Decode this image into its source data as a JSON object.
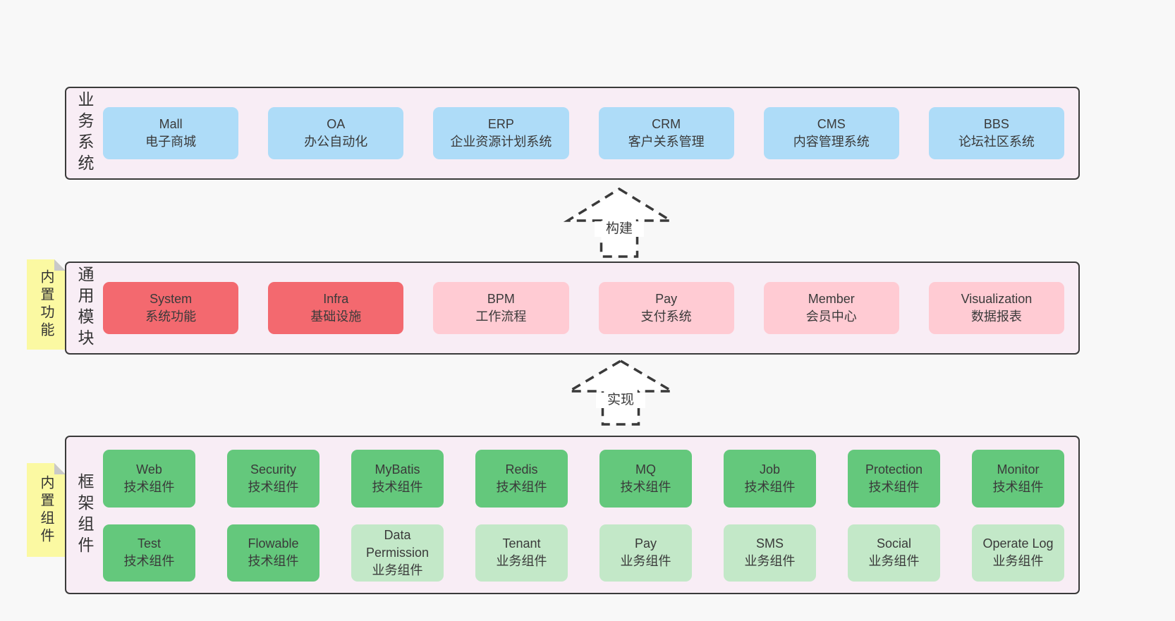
{
  "colors": {
    "page_bg": "#f8f8f8",
    "panel_bg": "#f8edf5",
    "panel_border": "#3a3a3a",
    "text": "#3a3a3a",
    "blue": "#aedcf8",
    "red": "#f3696f",
    "pink": "#ffcbd3",
    "green": "#64c87c",
    "lightgreen": "#c3e8c8",
    "sticky_yellow": "#fbf9a2",
    "sticky_fold": "#c9c9c9",
    "arrow_fill": "#ffffff"
  },
  "layers": {
    "business": {
      "label": "业务系统",
      "boxes": [
        {
          "en": "Mall",
          "zh": "电子商城"
        },
        {
          "en": "OA",
          "zh": "办公自动化"
        },
        {
          "en": "ERP",
          "zh": "企业资源计划系统"
        },
        {
          "en": "CRM",
          "zh": "客户关系管理"
        },
        {
          "en": "CMS",
          "zh": "内容管理系统"
        },
        {
          "en": "BBS",
          "zh": "论坛社区系统"
        }
      ]
    },
    "modules": {
      "label": "通用模块",
      "sticky": "内置功能",
      "boxes": [
        {
          "en": "System",
          "zh": "系统功能"
        },
        {
          "en": "Infra",
          "zh": "基础设施"
        },
        {
          "en": "BPM",
          "zh": "工作流程"
        },
        {
          "en": "Pay",
          "zh": "支付系统"
        },
        {
          "en": "Member",
          "zh": "会员中心"
        },
        {
          "en": "Visualization",
          "zh": "数据报表"
        }
      ]
    },
    "framework": {
      "label": "框架组件",
      "sticky": "内置组件",
      "row1": [
        {
          "en": "Web",
          "zh": "技术组件"
        },
        {
          "en": "Security",
          "zh": "技术组件"
        },
        {
          "en": "MyBatis",
          "zh": "技术组件"
        },
        {
          "en": "Redis",
          "zh": "技术组件"
        },
        {
          "en": "MQ",
          "zh": "技术组件"
        },
        {
          "en": "Job",
          "zh": "技术组件"
        },
        {
          "en": "Protection",
          "zh": "技术组件"
        },
        {
          "en": "Monitor",
          "zh": "技术组件"
        }
      ],
      "row2": [
        {
          "en": "Test",
          "zh": "技术组件"
        },
        {
          "en": "Flowable",
          "zh": "技术组件"
        },
        {
          "en": "Data Permission",
          "zh": "业务组件"
        },
        {
          "en": "Tenant",
          "zh": "业务组件"
        },
        {
          "en": "Pay",
          "zh": "业务组件"
        },
        {
          "en": "SMS",
          "zh": "业务组件"
        },
        {
          "en": "Social",
          "zh": "业务组件"
        },
        {
          "en": "Operate Log",
          "zh": "业务组件"
        }
      ]
    }
  },
  "arrows": {
    "build": "构建",
    "implement": "实现"
  }
}
